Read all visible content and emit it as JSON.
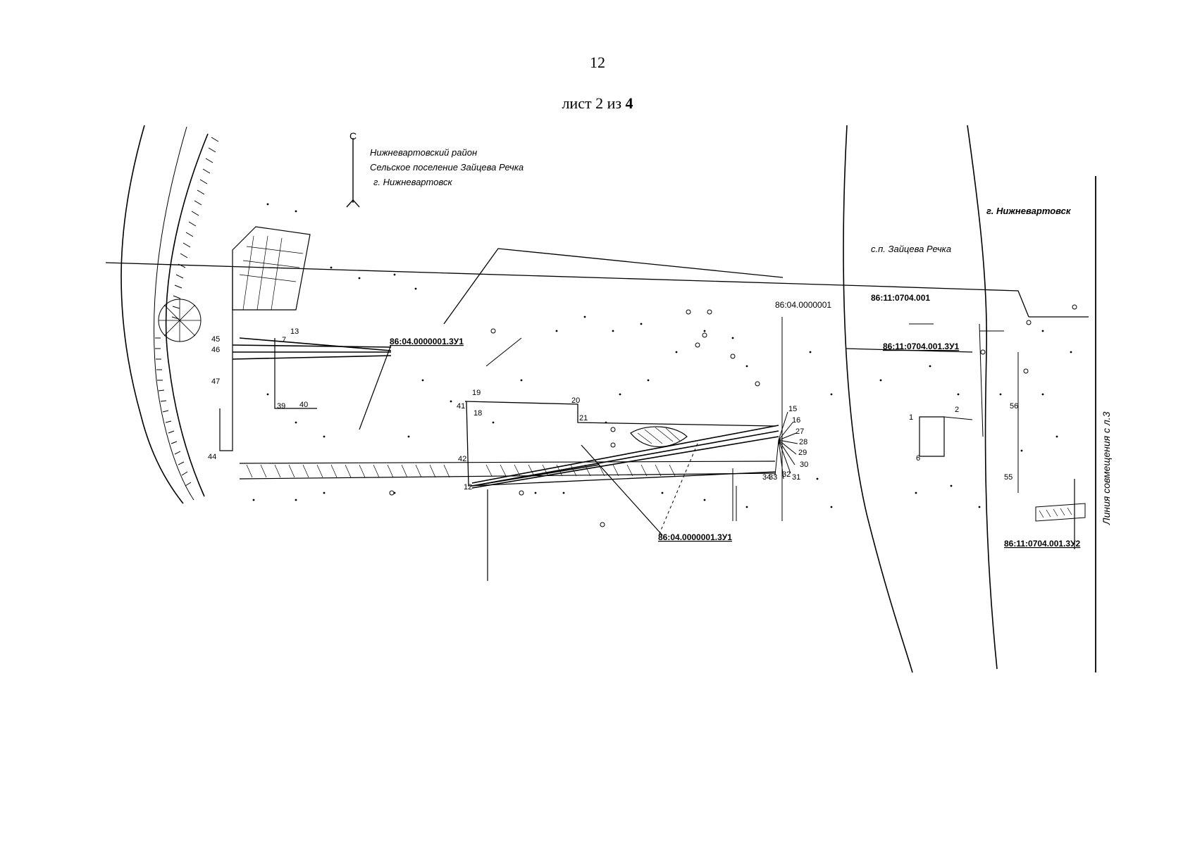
{
  "header": {
    "page_number": "12",
    "sheet_prefix": "лист 2 из",
    "sheet_total": "4"
  },
  "map": {
    "north_arrow_letter": "С",
    "legend_lines": [
      "Нижневартовский район",
      "Сельское поселение Зайцева Речка",
      "г. Нижневартовск"
    ],
    "area_label_city": "г. Нижневартовск",
    "area_label_settlement": "с.п. Зайцева Речка",
    "match_line_label": "Линия совмещения с л.3",
    "cadastral": {
      "quarter_1": "86:04.0000001",
      "quarter_2": "86:11:0704.001",
      "plot_1": "86:04.0000001.3У1",
      "plot_2": "86:11:0704.001.3У1",
      "plot_3": "86:04.0000001.3У1",
      "plot_4": "86:11:0704.001.3У2"
    },
    "point_labels": [
      {
        "id": "p15",
        "text": "15"
      },
      {
        "id": "p16",
        "text": "16"
      },
      {
        "id": "p27",
        "text": "27"
      },
      {
        "id": "p28",
        "text": "28"
      },
      {
        "id": "p29",
        "text": "29"
      },
      {
        "id": "p30",
        "text": "30"
      },
      {
        "id": "p31",
        "text": "31"
      },
      {
        "id": "p32",
        "text": "32"
      },
      {
        "id": "p33",
        "text": "33"
      },
      {
        "id": "p34",
        "text": "34"
      },
      {
        "id": "p19",
        "text": "19"
      },
      {
        "id": "p18",
        "text": "18"
      },
      {
        "id": "p20",
        "text": "20"
      },
      {
        "id": "p21",
        "text": "21"
      },
      {
        "id": "p12",
        "text": "12"
      },
      {
        "id": "p40",
        "text": "40"
      },
      {
        "id": "p39",
        "text": "39"
      },
      {
        "id": "p44",
        "text": "44"
      },
      {
        "id": "p45",
        "text": "45"
      },
      {
        "id": "p46",
        "text": "46"
      },
      {
        "id": "p47",
        "text": "47"
      },
      {
        "id": "p42",
        "text": "42"
      },
      {
        "id": "p41",
        "text": "41"
      },
      {
        "id": "p1",
        "text": "1"
      },
      {
        "id": "p2",
        "text": "2"
      },
      {
        "id": "p6",
        "text": "6"
      },
      {
        "id": "p55",
        "text": "55"
      },
      {
        "id": "p56",
        "text": "56"
      },
      {
        "id": "p13",
        "text": "13"
      },
      {
        "id": "p7",
        "text": "7"
      }
    ]
  }
}
